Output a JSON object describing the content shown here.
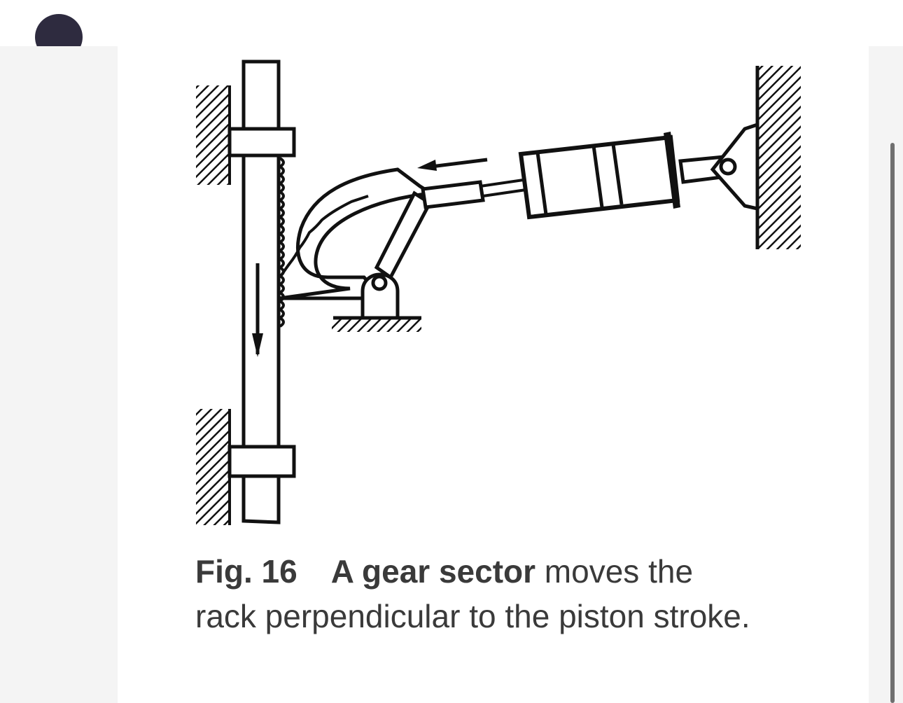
{
  "figure": {
    "caption_number": "Fig. 16",
    "caption_bold": "A gear sector",
    "caption_rest": " moves the",
    "caption_line2": "rack perpendicular to the piston stroke."
  },
  "colors": {
    "side_panels": "#f4f4f4",
    "avatar": "#2e2b3f",
    "scrollbar": "#6f6f6f",
    "caption_text": "#3a3a3a"
  }
}
